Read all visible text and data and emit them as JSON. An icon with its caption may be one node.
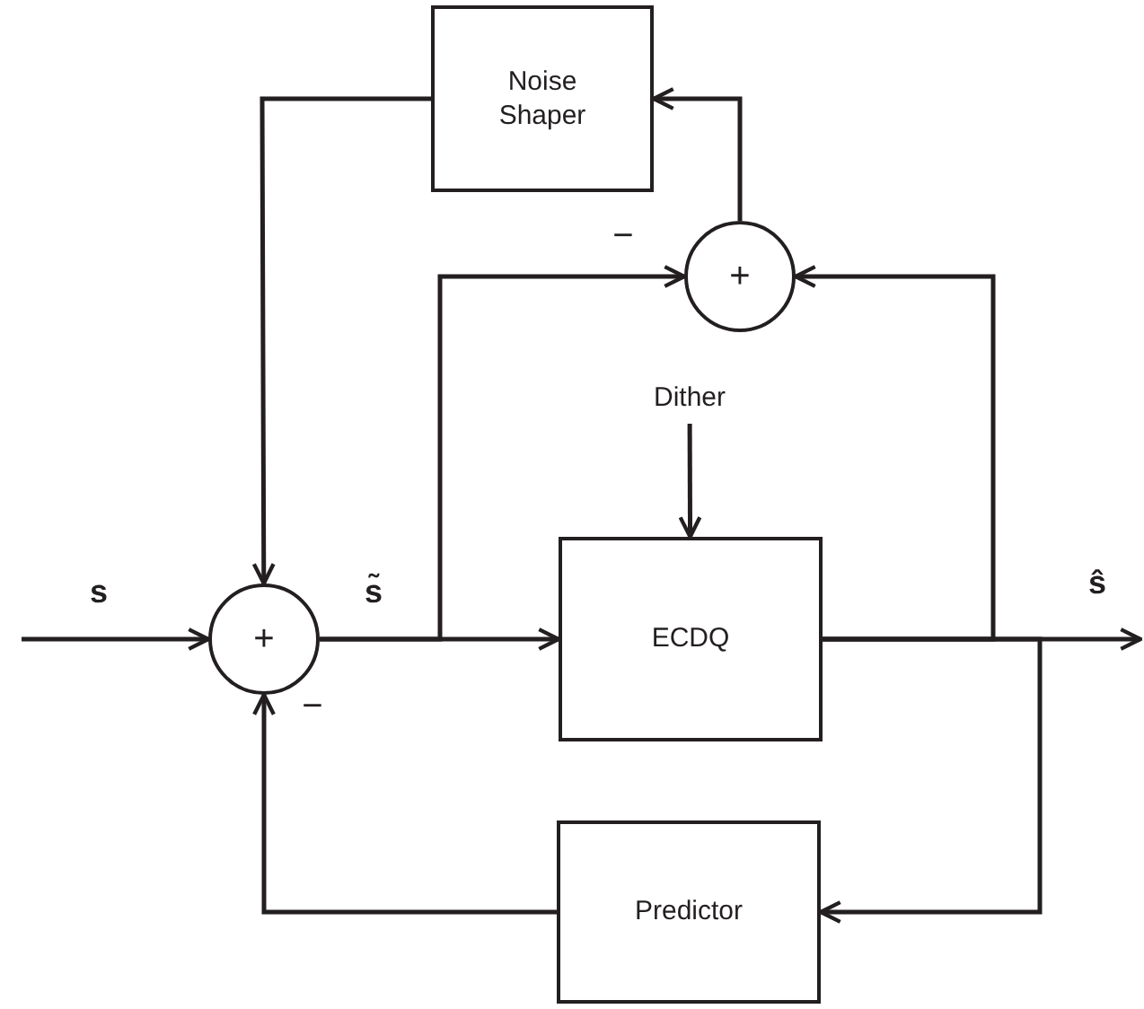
{
  "diagram": {
    "nodes": [
      {
        "text": [
          "Noise Shaper"
        ]
      },
      {
        "text": [
          "+"
        ]
      },
      {
        "text": [
          "+"
        ]
      },
      {
        "text": [
          "ECDQ"
        ]
      },
      {
        "text": [
          "Predictor"
        ]
      },
      {
        "text": [
          "Dither"
        ]
      }
    ],
    "edges": [
      {
        "from": null,
        "to": 2,
        "arrow": "to"
      },
      {
        "from": 2,
        "to": 3,
        "arrow": "to"
      },
      {
        "from": 2,
        "to": 1,
        "arrow": "to"
      },
      {
        "from": 5,
        "to": 3,
        "arrow": "to"
      },
      {
        "from": 3,
        "to": null,
        "arrow": "to"
      },
      {
        "from": 3,
        "to": 1,
        "arrow": "to"
      },
      {
        "from": 3,
        "to": 4,
        "arrow": "to"
      },
      {
        "from": 4,
        "to": 2,
        "arrow": "to"
      },
      {
        "from": 1,
        "to": 0,
        "arrow": "to"
      },
      {
        "from": 0,
        "to": 2,
        "arrow": "to"
      }
    ],
    "labels": [
      "s",
      "s̃",
      "ŝ",
      "−",
      "−"
    ]
  }
}
